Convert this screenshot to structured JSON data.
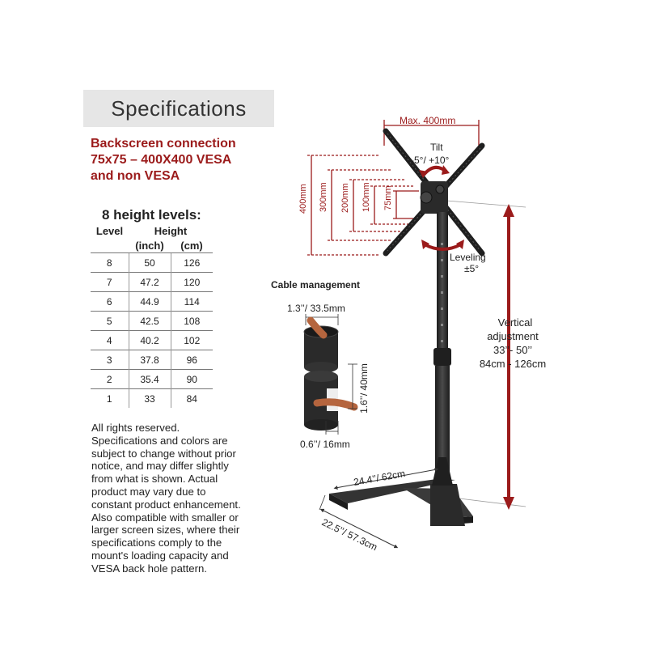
{
  "title": "Specifications",
  "backscreen": {
    "line1": "Backscreen connection",
    "line2": "75x75 – 400X400 VESA",
    "line3": "and non VESA"
  },
  "height_levels": {
    "title": "8 height levels:",
    "col_level": "Level",
    "col_height": "Height",
    "col_inch": "(inch)",
    "col_cm": "(cm)",
    "rows": [
      {
        "level": "8",
        "inch": "50",
        "cm": "126"
      },
      {
        "level": "7",
        "inch": "47.2",
        "cm": "120"
      },
      {
        "level": "6",
        "inch": "44.9",
        "cm": "114"
      },
      {
        "level": "5",
        "inch": "42.5",
        "cm": "108"
      },
      {
        "level": "4",
        "inch": "40.2",
        "cm": "102"
      },
      {
        "level": "3",
        "inch": "37.8",
        "cm": "96"
      },
      {
        "level": "2",
        "inch": "35.4",
        "cm": "90"
      },
      {
        "level": "1",
        "inch": "33",
        "cm": "84"
      }
    ]
  },
  "disclaimer": [
    "All rights reserved.",
    "Specifications and colors are",
    "subject to change without prior",
    "notice, and may differ slightly",
    "from what is shown. Actual",
    "product may vary due to",
    "constant product enhancement.",
    "Also compatible with smaller or",
    "larger screen sizes, where their",
    "specifications comply to the",
    "mount's loading capacity and",
    "VESA back hole pattern."
  ],
  "diagram": {
    "max_width": "Max. 400mm",
    "tilt_label": "Tilt",
    "tilt_range": "-5°/ +10°",
    "vesa_400": "400mm",
    "vesa_300": "300mm",
    "vesa_200": "200mm",
    "vesa_100": "100mm",
    "vesa_75": "75mm",
    "leveling_label": "Leveling",
    "leveling_range": "±5°",
    "cable_title": "Cable management",
    "cable_top": "1.3’’/ 33.5mm",
    "cable_side": "1.6’’/ 40mm",
    "cable_bottom": "0.6’’/ 16mm",
    "vertical_label1": "Vertical",
    "vertical_label2": "adjustment",
    "vertical_inch": "33’’- 50’’",
    "vertical_cm": "84cm - 126cm",
    "base_width": "24.4’’/ 62cm",
    "base_depth": "22.5’’/ 57.3cm"
  },
  "colors": {
    "accent": "#9b1b1b",
    "header_bg": "#e6e6e6",
    "stand": "#2a2a2a",
    "cable": "#b5653e"
  }
}
